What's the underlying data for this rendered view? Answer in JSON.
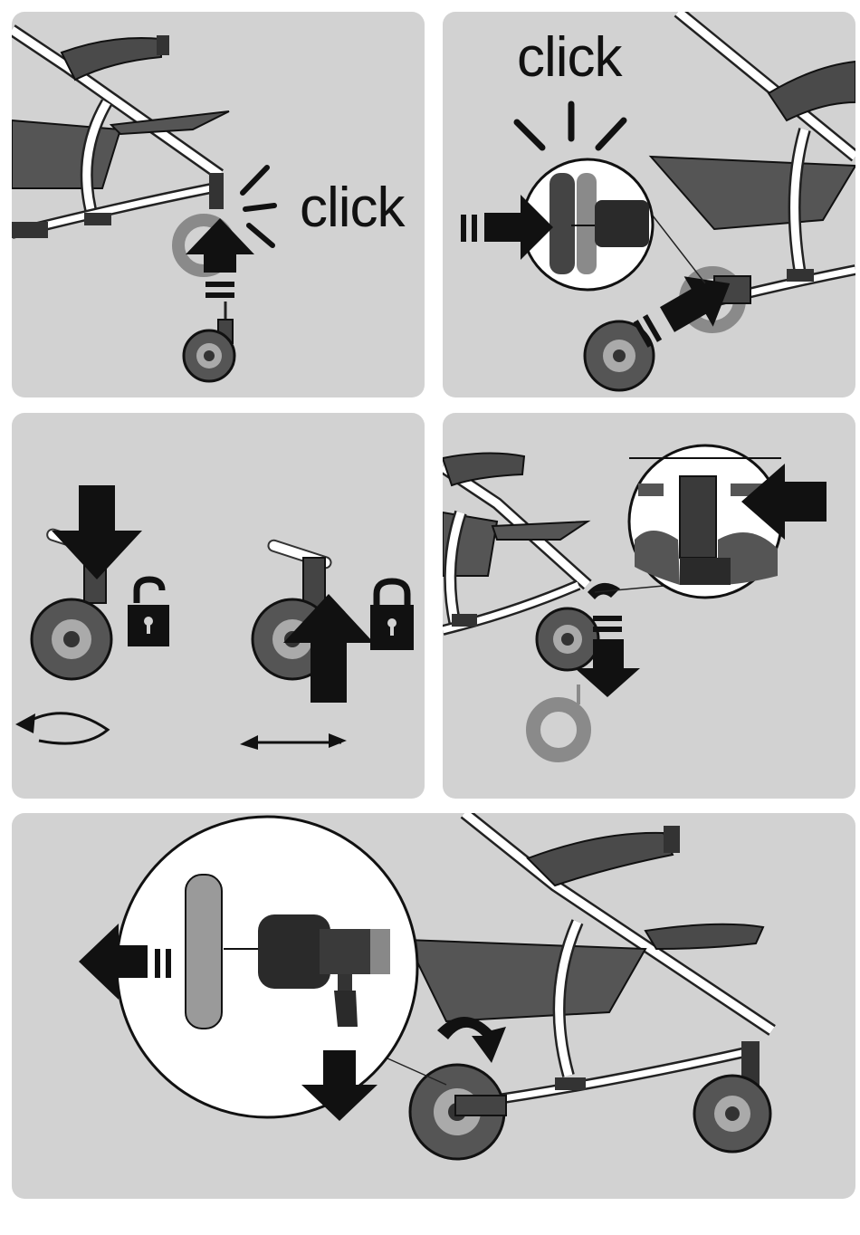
{
  "panels": {
    "step1": {
      "label": "click"
    },
    "step2": {
      "label": "click"
    }
  },
  "colors": {
    "panel_bg": "#d2d2d2",
    "frame_white": "#ffffff",
    "dark": "#1a1a1a",
    "mid_gray": "#555555",
    "light_gray": "#8a8a8a",
    "seat_gray": "#4a4a4a"
  },
  "icons": [
    "arrow-up-icon",
    "arrow-right-icon",
    "arrow-down-icon",
    "arrow-left-icon",
    "lock-open-icon",
    "lock-closed-icon",
    "rotate-icon",
    "swivel-icon",
    "magnifier-detail",
    "wheel-icon"
  ]
}
